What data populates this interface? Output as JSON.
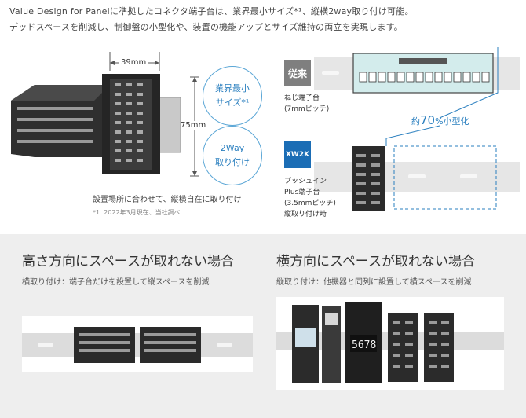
{
  "intro": {
    "line1": "Value Design for Panelに準拠したコネクタ端子台は、業界最小サイズ*¹、縦横2way取り付け可能。",
    "line2": "デッドスペースを削減し、制御盤の小型化や、装置の機能アップとサイズ維持の両立を実現します。"
  },
  "product": {
    "width_label": "39mm",
    "height_label": "75mm",
    "badge1": [
      "業界最小",
      "サイズ*¹"
    ],
    "badge2": [
      "2Way",
      "取り付け"
    ],
    "caption": "設置場所に合わせて、縦横自在に取り付け",
    "note": "*1. 2022年3月現在、当社調べ"
  },
  "comparison": {
    "conventional_tag": "従来",
    "conventional_desc": [
      "ねじ端子台",
      "(7mmピッチ)"
    ],
    "new_tag": "XW2K",
    "new_desc": [
      "プッシュイン",
      "Plus端子台",
      "(3.5mmピッチ)",
      "縦取り付け時"
    ],
    "reduction_prefix": "約",
    "reduction_value": "70",
    "reduction_suffix": "%小型化"
  },
  "left_case": {
    "title": "高さ方向にスペースが取れない場合",
    "subtitle": "横取り付け：端子台だけを設置して縦スペースを削減"
  },
  "right_case": {
    "title": "横方向にスペースが取れない場合",
    "subtitle": "縦取り付け：他機器と同列に設置して横スペースを削減",
    "display_value": "5678"
  },
  "colors": {
    "accent": "#2a7fbf",
    "tag_gray": "#7f7f7f",
    "tag_blue": "#1b6db5",
    "panel_bg": "#eeeeee"
  }
}
